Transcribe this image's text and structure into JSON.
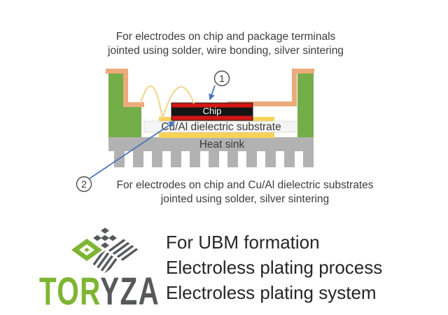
{
  "colors": {
    "diagram_green": "#74ae48",
    "logo_green": "#7eb532",
    "lead_orange": "#edaa7c",
    "substrate_yellow": "#f8d156",
    "wire_yellow": "#f2d795",
    "chip_red": "#d41616",
    "heatsink_gray": "#b2b2b2",
    "logo_gray": "#57585a",
    "callout_blue": "#4a76ba",
    "text_dark": "#3d3d3d"
  },
  "top_caption": {
    "line1": "For electrodes on chip and package terminals",
    "line2": "jointed using solder, wire bonding, silver sintering"
  },
  "diagram": {
    "chip_label": "Chip",
    "substrate_label": "Cu/Al dielectric substrate",
    "heatsink_label": "Heat sink",
    "callout_1": "1",
    "callout_2": "2"
  },
  "bottom_caption": {
    "line1": "For electrodes on chip and Cu/Al dielectric substrates",
    "line2": "jointed using solder, silver sintering"
  },
  "logo": {
    "brand": "TORYZA",
    "green_part": "TOR",
    "gray_part": "YZA"
  },
  "tagline": {
    "line1": "For UBM formation",
    "line2": "Electroless plating process",
    "line3": "Electroless plating system"
  }
}
